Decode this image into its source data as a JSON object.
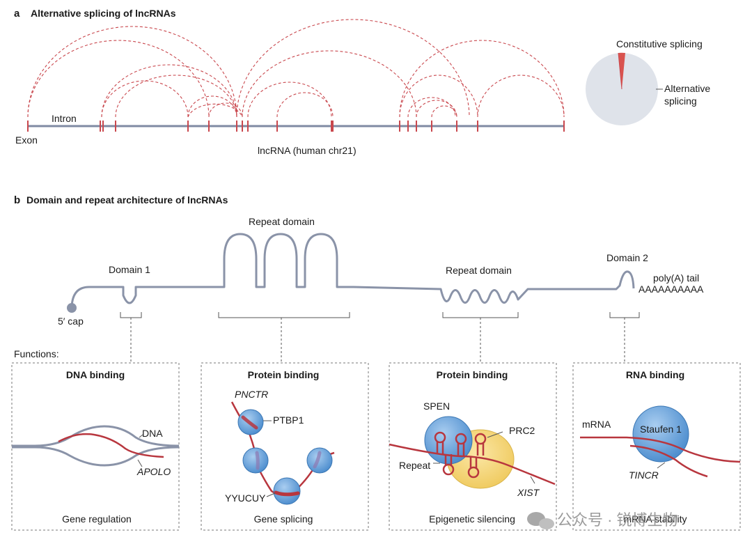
{
  "panel_a": {
    "letter": "a",
    "title": "Alternative splicing of lncRNAs",
    "intron_label": "Intron",
    "exon_label": "Exon",
    "axis_label": "lncRNA (human chr21)",
    "pie": {
      "slices": [
        {
          "label": "Constitutive splicing",
          "fraction": 0.015,
          "color": "#d9534f"
        },
        {
          "label_line1": "Alternative",
          "label_line2": "splicing",
          "fraction": 0.985,
          "color": "#dfe3ea"
        }
      ]
    },
    "colors": {
      "line": "#7f8aa3",
      "arc": "#c9474d"
    }
  },
  "panel_b": {
    "letter": "b",
    "title": "Domain and repeat architecture of lncRNAs",
    "labels": {
      "cap": "5′ cap",
      "domain1": "Domain 1",
      "repeat_domain_1": "Repeat domain",
      "repeat_domain_2": "Repeat domain",
      "domain2": "Domain 2",
      "polya_title": "poly(A) tail",
      "polya_seq": "AAAAAAAAAA",
      "functions": "Functions:"
    },
    "boxes": [
      {
        "title": "DNA binding",
        "caption": "Gene regulation",
        "labels": {
          "dna": "DNA",
          "rna": "APOLO"
        }
      },
      {
        "title": "Protein binding",
        "caption": "Gene splicing",
        "labels": {
          "rna": "PNCTR",
          "protein": "PTBP1",
          "motif": "YYUCUY"
        }
      },
      {
        "title": "Protein binding",
        "caption": "Epigenetic silencing",
        "labels": {
          "protein1": "SPEN",
          "protein2": "PRC2",
          "repeat": "Repeat",
          "rna": "XIST"
        }
      },
      {
        "title": "RNA binding",
        "caption": "mRNA stability",
        "labels": {
          "mrna": "mRNA",
          "protein": "Staufen 1",
          "rna": "TINCR"
        }
      }
    ],
    "colors": {
      "rna_grey": "#8a93a8",
      "red": "#b8363e",
      "blue": "#5b9bd5",
      "yellow": "#f4d77b"
    }
  },
  "watermark": "公众号 · 锐博生物"
}
